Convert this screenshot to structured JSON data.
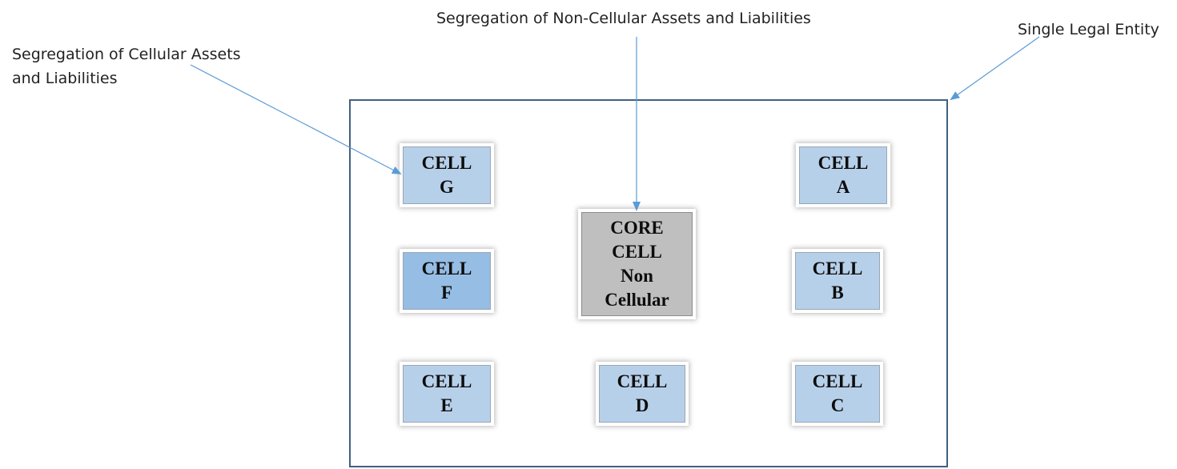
{
  "labels": {
    "non_cellular": "Segregation of Non-Cellular Assets and Liabilities",
    "single_entity": "Single Legal Entity",
    "cellular_line1": "Segregation of Cellular Assets",
    "cellular_line2": "and Liabilities"
  },
  "cells": {
    "g": {
      "line1": "CELL",
      "line2": "G"
    },
    "a": {
      "line1": "CELL",
      "line2": "A"
    },
    "f": {
      "line1": "CELL",
      "line2": "F"
    },
    "b": {
      "line1": "CELL",
      "line2": "B"
    },
    "e": {
      "line1": "CELL",
      "line2": "E"
    },
    "d": {
      "line1": "CELL",
      "line2": "D"
    },
    "c": {
      "line1": "CELL",
      "line2": "C"
    }
  },
  "core": {
    "line1": "CORE",
    "line2": "CELL",
    "line3": "Non",
    "line4": "Cellular"
  },
  "colors": {
    "cell_fill": "#b7d0ea",
    "cell_fill_highlight": "#96bde4",
    "core_fill": "#bfbfbf",
    "entity_border": "#41607f",
    "arrow": "#5b9bd5"
  }
}
